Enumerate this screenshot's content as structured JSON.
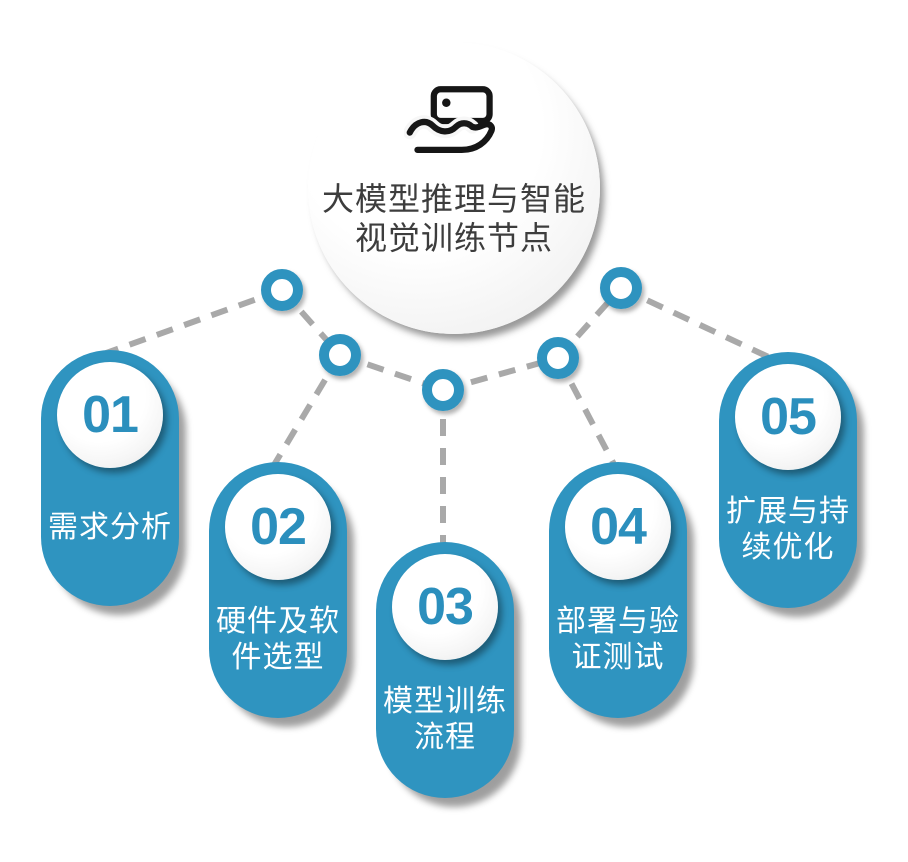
{
  "center": {
    "icon": "hand-holding-card-icon",
    "title_line1": "大模型推理与智能",
    "title_line2": "视觉训练节点"
  },
  "items": [
    {
      "number": "01",
      "label_lines": [
        "需求分析"
      ]
    },
    {
      "number": "02",
      "label_lines": [
        "硬件及软",
        "件选型"
      ]
    },
    {
      "number": "03",
      "label_lines": [
        "模型训练",
        "流程"
      ]
    },
    {
      "number": "04",
      "label_lines": [
        "部署与验",
        "证测试"
      ]
    },
    {
      "number": "05",
      "label_lines": [
        "扩展与持",
        "续优化"
      ]
    }
  ],
  "colors": {
    "pill_blue": "#2F94C0",
    "number_blue": "#2B8FBD",
    "node_ring_blue": "#2E93BF",
    "connector_gray": "#A9A9A9",
    "title_text": "#3D3D3D",
    "pill_text": "#FFFFFF"
  }
}
